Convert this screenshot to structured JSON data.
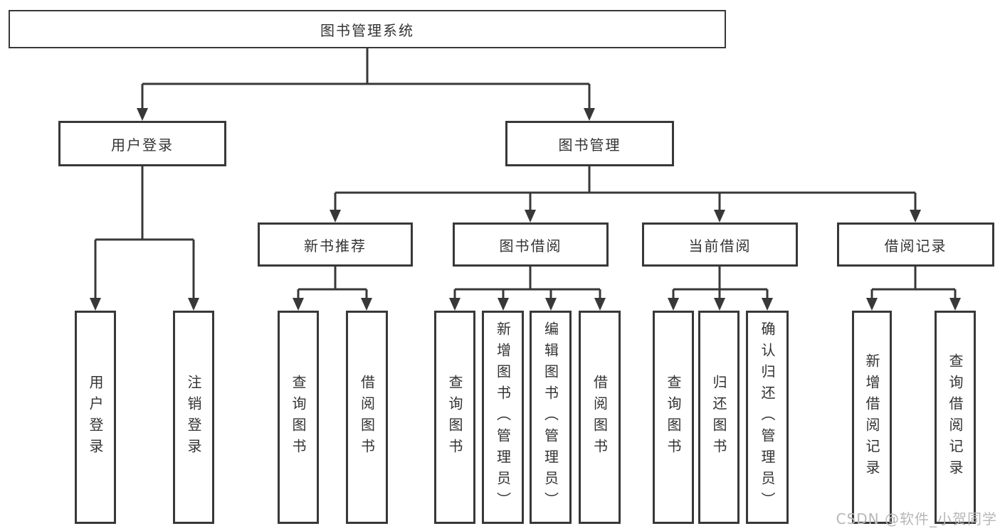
{
  "diagram": {
    "root": "图书管理系统",
    "level2": {
      "user_login": "用户登录",
      "book_management": "图书管理"
    },
    "level3": {
      "new_book_recommend": "新书推荐",
      "book_borrow": "图书借阅",
      "current_borrow": "当前借阅",
      "borrow_records": "借阅记录"
    },
    "leaves": {
      "user_login": [
        "用户登录",
        "注销登录"
      ],
      "new_book_recommend": [
        "查询图书",
        "借阅图书"
      ],
      "book_borrow": [
        "查询图书",
        "新增图书（管理员）",
        "编辑图书（管理员）",
        "借阅图书"
      ],
      "current_borrow": [
        "查询图书",
        "归还图书",
        "确认归还（管理员）"
      ],
      "borrow_records": [
        "新增借阅记录",
        "查询借阅记录"
      ]
    }
  },
  "watermark": "CSDN @软件_小贺同学",
  "colors": {
    "line": "#383838",
    "text": "#333333",
    "watermark": "#b7b7b7",
    "background": "#ffffff"
  }
}
